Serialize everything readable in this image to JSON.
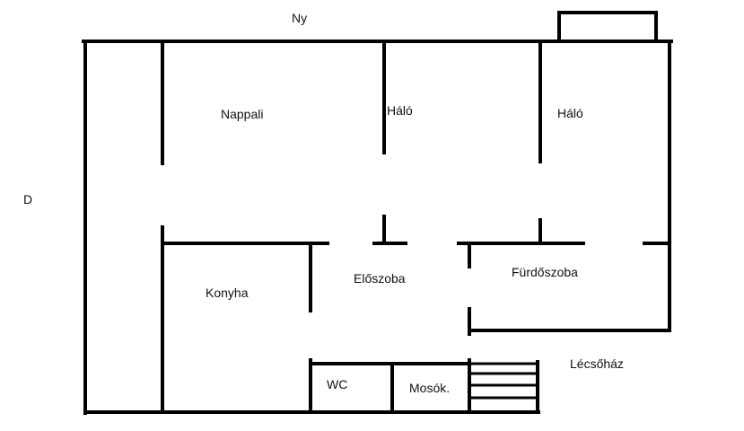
{
  "compass": {
    "north_label": "Ny",
    "west_label": "D"
  },
  "rooms": {
    "nappali": "Nappali",
    "halo_1": "Háló",
    "halo_2": "Háló",
    "konyha": "Konyha",
    "eloszoba": "Előszoba",
    "furdoszoba": "Fürdőszoba",
    "wc": "WC",
    "mosokonyha": "Mosók.",
    "lecsohaz": "Lécsőház"
  },
  "colors": {
    "wall": "#000000",
    "background": "#ffffff"
  }
}
